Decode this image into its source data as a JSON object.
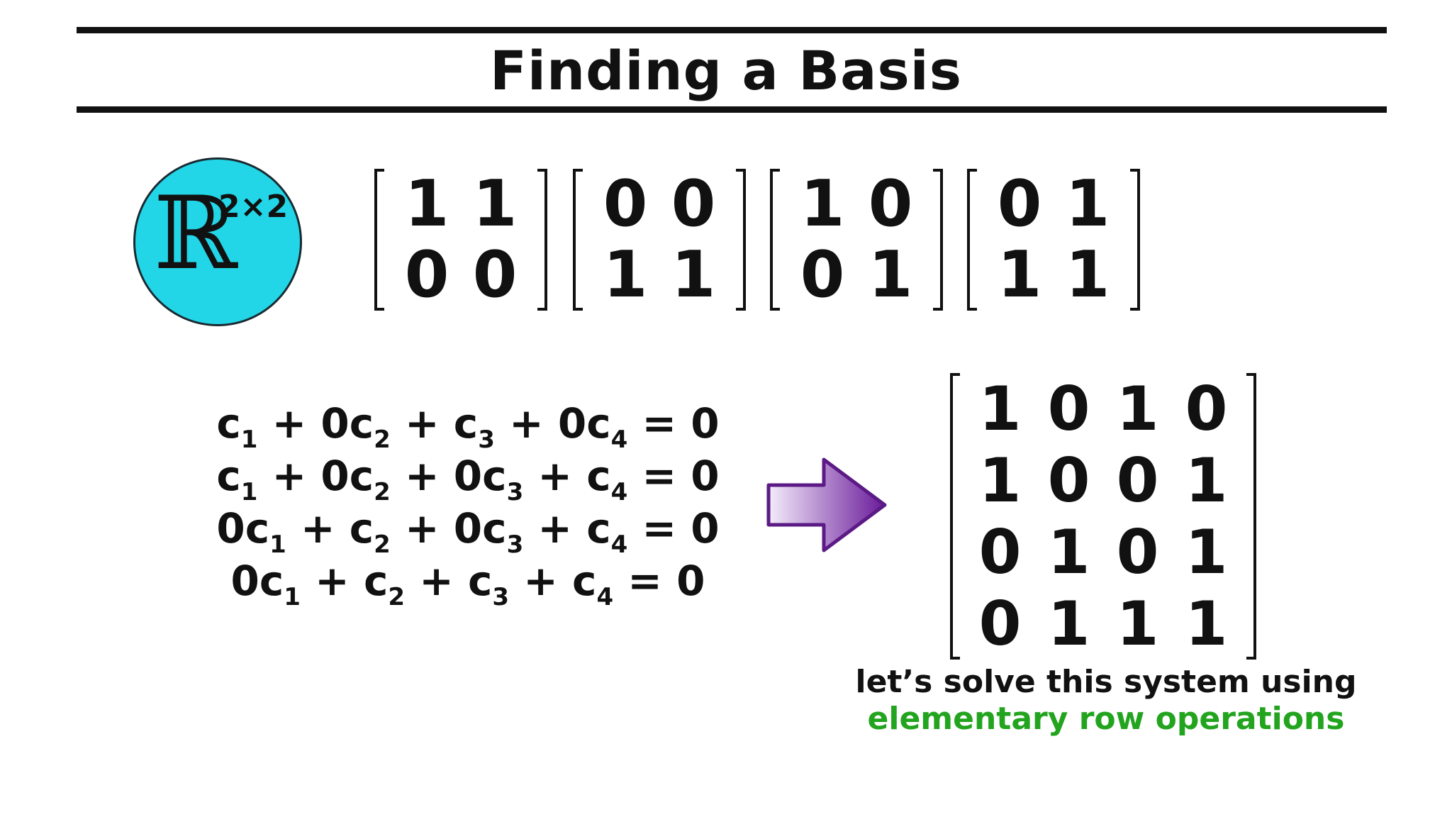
{
  "title": "Finding a Basis",
  "space": {
    "letter": "ℝ",
    "dimension": "2×2",
    "badge_color": "#22d6e8"
  },
  "basis_matrices": [
    {
      "rows": [
        [
          "1",
          "1"
        ],
        [
          "0",
          "0"
        ]
      ]
    },
    {
      "rows": [
        [
          "0",
          "0"
        ],
        [
          "1",
          "1"
        ]
      ]
    },
    {
      "rows": [
        [
          "1",
          "0"
        ],
        [
          "0",
          "1"
        ]
      ]
    },
    {
      "rows": [
        [
          "0",
          "1"
        ],
        [
          "1",
          "1"
        ]
      ]
    }
  ],
  "equations": [
    [
      {
        "t": "c"
      },
      {
        "s": "1"
      },
      {
        "t": " + 0c"
      },
      {
        "s": "2"
      },
      {
        "t": " + c"
      },
      {
        "s": "3"
      },
      {
        "t": " + 0c"
      },
      {
        "s": "4"
      },
      {
        "t": " = 0"
      }
    ],
    [
      {
        "t": "c"
      },
      {
        "s": "1"
      },
      {
        "t": " + 0c"
      },
      {
        "s": "2"
      },
      {
        "t": " + 0c"
      },
      {
        "s": "3"
      },
      {
        "t": " + c"
      },
      {
        "s": "4"
      },
      {
        "t": " = 0"
      }
    ],
    [
      {
        "t": "0c"
      },
      {
        "s": "1"
      },
      {
        "t": " + c"
      },
      {
        "s": "2"
      },
      {
        "t": " + 0c"
      },
      {
        "s": "3"
      },
      {
        "t": " + c"
      },
      {
        "s": "4"
      },
      {
        "t": " = 0"
      }
    ],
    [
      {
        "t": "0c"
      },
      {
        "s": "1"
      },
      {
        "t": " + c"
      },
      {
        "s": "2"
      },
      {
        "t": " + c"
      },
      {
        "s": "3"
      },
      {
        "t": " + c"
      },
      {
        "s": "4"
      },
      {
        "t": " = 0"
      }
    ]
  ],
  "coefficient_matrix": {
    "rows": [
      [
        "1",
        "0",
        "1",
        "0"
      ],
      [
        "1",
        "0",
        "0",
        "1"
      ],
      [
        "0",
        "1",
        "0",
        "1"
      ],
      [
        "0",
        "1",
        "1",
        "1"
      ]
    ]
  },
  "arrow": {
    "color_light": "#f2e6fa",
    "color_dark": "#6a1b9a"
  },
  "caption": {
    "line1": "let’s solve this system using",
    "line2": "elementary row operations",
    "highlight_color": "#22a41e"
  }
}
